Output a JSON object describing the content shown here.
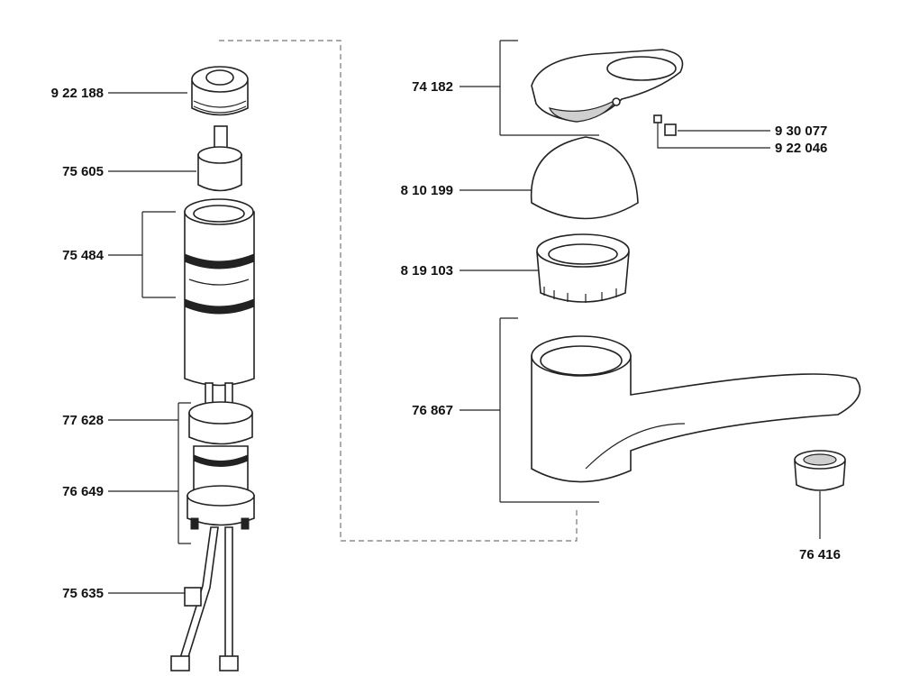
{
  "diagram": {
    "type": "exploded-parts-view",
    "labels": {
      "nut": "9 22 188",
      "spindle": "75 605",
      "cartridge": "75 484",
      "base_ring": "77 628",
      "mount_set": "76 649",
      "hoses": "75 635",
      "lever": "74 182",
      "screw": "9 30 077",
      "cap": "9 22 046",
      "cover": "8 10 199",
      "ring": "8 19 103",
      "body_spout": "76 867",
      "aerator": "76 416"
    }
  }
}
